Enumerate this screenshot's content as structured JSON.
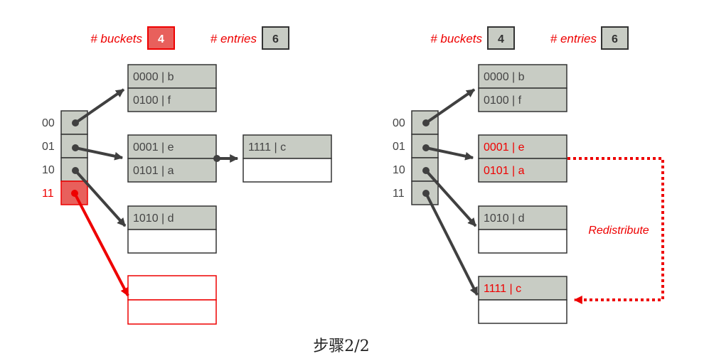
{
  "panels": [
    {
      "buckets_label": "# buckets",
      "buckets_value": "4",
      "entries_label": "# entries",
      "entries_value": "6",
      "directory": [
        {
          "label": "00",
          "highlight": false
        },
        {
          "label": "01",
          "highlight": false
        },
        {
          "label": "10",
          "highlight": false
        },
        {
          "label": "11",
          "highlight": true
        }
      ],
      "buckets": [
        {
          "rows": [
            "0000 | b",
            "0100 | f"
          ],
          "style": "gray"
        },
        {
          "rows": [
            "0001 | e",
            "0101 | a"
          ],
          "style": "gray"
        },
        {
          "rows": [
            "1010 | d",
            ""
          ],
          "style": "gray"
        },
        {
          "rows": [
            "",
            ""
          ],
          "style": "red-outline"
        }
      ],
      "overflow": {
        "rows": [
          "1111 | c",
          ""
        ]
      },
      "pointers": [
        0,
        1,
        2,
        3
      ]
    },
    {
      "buckets_label": "# buckets",
      "buckets_value": "4",
      "entries_label": "# entries",
      "entries_value": "6",
      "directory": [
        {
          "label": "00",
          "highlight": false
        },
        {
          "label": "01",
          "highlight": false
        },
        {
          "label": "10",
          "highlight": false
        },
        {
          "label": "11",
          "highlight": false
        }
      ],
      "buckets": [
        {
          "rows": [
            "0000 | b",
            "0100 | f"
          ],
          "style": "gray"
        },
        {
          "rows": [
            "0001 | e",
            "0101 | a"
          ],
          "style": "gray-redtext"
        },
        {
          "rows": [
            "1010 | d",
            ""
          ],
          "style": "gray"
        },
        {
          "rows": [
            "1111 | c",
            ""
          ],
          "style": "gray-redtext"
        }
      ],
      "redistribute_label": "Redistribute",
      "pointers": [
        0,
        1,
        2,
        3
      ]
    }
  ],
  "caption": "步骤2/2",
  "colors": {
    "gray": "#c8ccc4",
    "red": "#ee0000",
    "red_fill": "#e8605c",
    "arrow": "#404040",
    "text": "#444444"
  }
}
